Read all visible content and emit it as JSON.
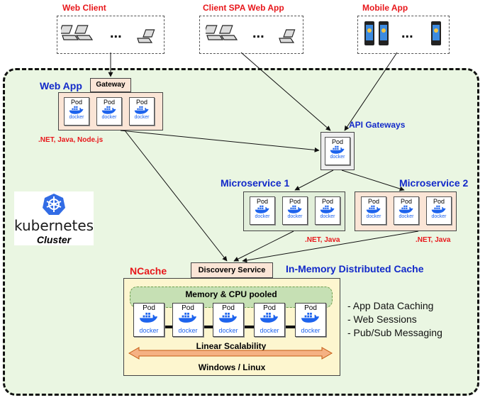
{
  "clients": {
    "web_client": "Web Client",
    "spa": "Client SPA Web App",
    "mobile": "Mobile App",
    "ellipsis": "..."
  },
  "webapp": {
    "title": "Web App",
    "gateway": "Gateway",
    "tech": ".NET, Java, Node.js"
  },
  "api": {
    "title": "API Gateways"
  },
  "ms1": {
    "title": "Microservice 1",
    "tech": ".NET, Java"
  },
  "ms2": {
    "title": "Microservice 2",
    "tech": ".NET, Java"
  },
  "k8s": {
    "logo": "kubernetes",
    "cluster": "Cluster"
  },
  "ncache": {
    "title": "NCache",
    "discovery": "Discovery Service",
    "subtitle": "In-Memory Distributed Cache",
    "pooled": "Memory & CPU pooled",
    "scalability": "Linear Scalability",
    "os": "Windows / Linux",
    "features": [
      "- App Data Caching",
      "- Web Sessions",
      "- Pub/Sub Messaging"
    ]
  },
  "pod_label": "Pod",
  "docker_label": "docker",
  "colors": {
    "red": "#e8171b",
    "blue": "#1229c9",
    "cluster_bg": "#eaf6e2",
    "webapp_bg": "#fbe5d6",
    "ncache_bg": "#fdf6cf",
    "docker_blue": "#1d63ed",
    "k8s_blue": "#326ce5"
  }
}
